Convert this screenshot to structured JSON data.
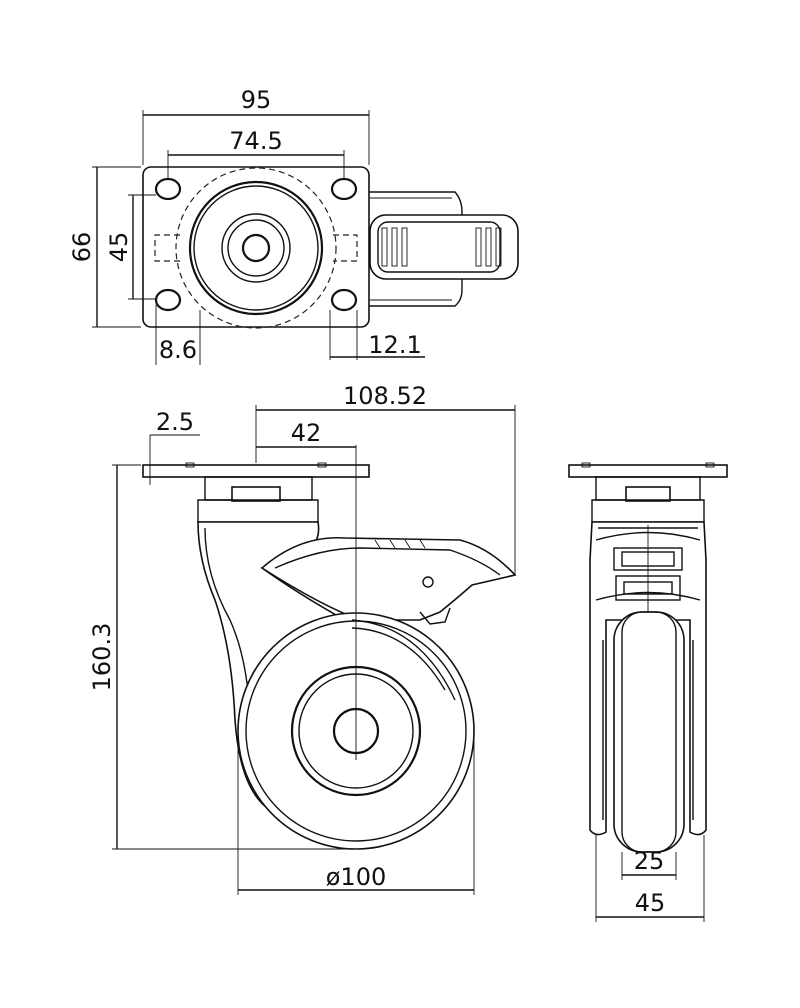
{
  "dimensions": {
    "top_view": {
      "plate_width": "95",
      "hole_spacing_x": "74.5",
      "plate_height": "66",
      "hole_spacing_y": "45",
      "hole_diameter": "8.6",
      "brake_offset": "12.1"
    },
    "side_view": {
      "plate_thickness": "2.5",
      "offset": "42",
      "total_length": "108.52",
      "total_height": "160.3",
      "wheel_diameter": "ø100"
    },
    "front_view": {
      "tread_width": "25",
      "overall_width": "45"
    }
  },
  "colors": {
    "line": "#111111",
    "background": "#ffffff"
  }
}
